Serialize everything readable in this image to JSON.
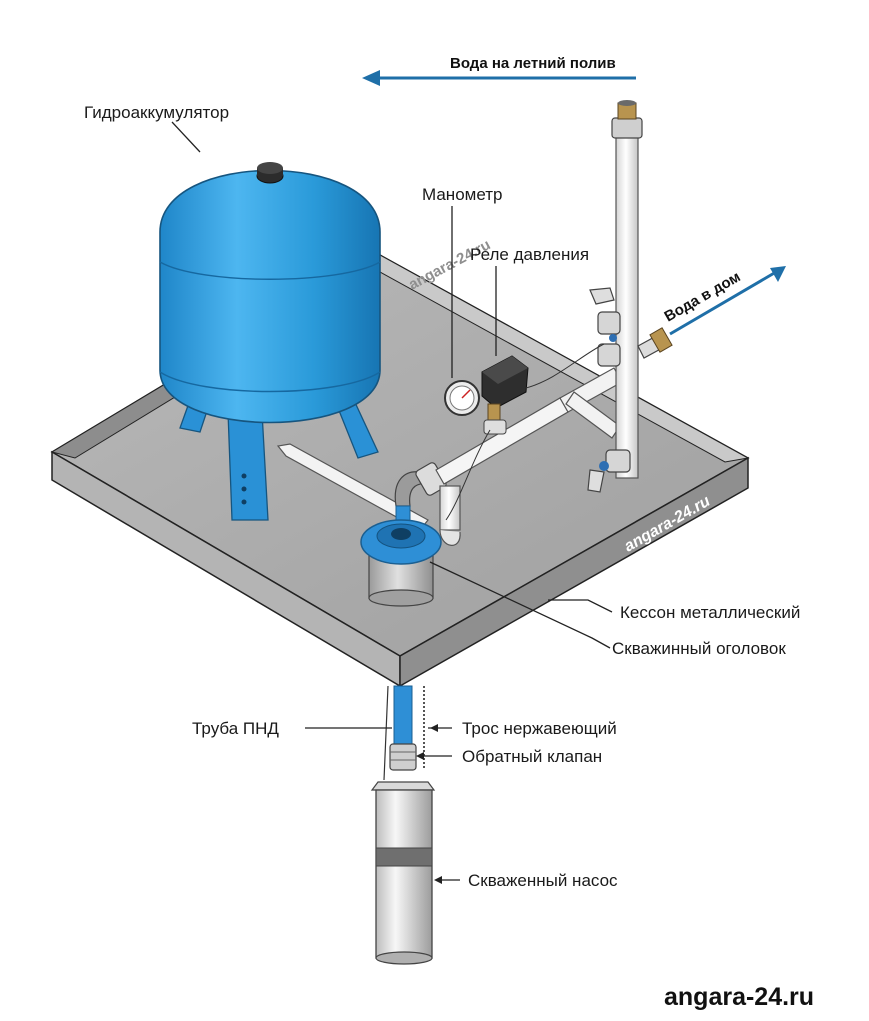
{
  "labels": {
    "accumulator": "Гидроаккумулятор",
    "manometer": "Манометр",
    "pressure_switch": "Реле давления",
    "summer_water": "Вода на летний полив",
    "house_water": "Вода в дом",
    "caisson": "Кессон металлический",
    "well_head": "Скважинный оголовок",
    "pipe": "Труба ПНД",
    "cable": "Трос нержавеющий",
    "check_valve": "Обратный клапан",
    "pump": "Скваженный насос"
  },
  "watermarks": {
    "floor": "angara-24.ru",
    "side": "angara-24.ru"
  },
  "brand": "angara-24.ru",
  "colors": {
    "tank_blue": "#2f9fe0",
    "arrow_blue": "#1f6fa8",
    "pipe_white": "#f2f2f2",
    "caisson_floor": "#a8a8a8",
    "caisson_side": "#9a9a9a"
  }
}
